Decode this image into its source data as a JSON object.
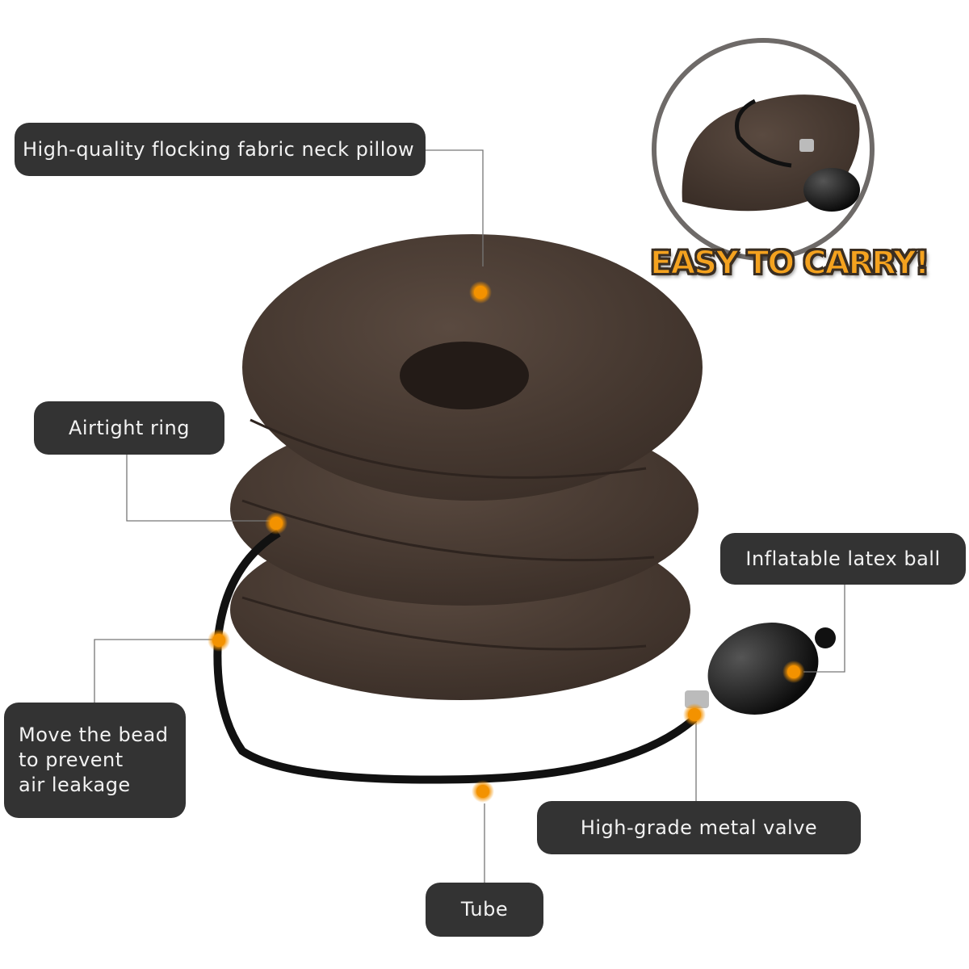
{
  "labels": {
    "pillow": "High-quality flocking fabric neck pillow",
    "ring": "Airtight ring",
    "bead": "Move the bead\nto prevent\nair leakage",
    "tube": "Tube",
    "valve": "High-grade metal valve",
    "ball": "Inflatable latex ball"
  },
  "badge": "EASY TO CARRY!",
  "colors": {
    "label_bg": "#333333",
    "dot": "#f39200",
    "pillow": "#4a3c33",
    "badge": "#f4a21f"
  }
}
